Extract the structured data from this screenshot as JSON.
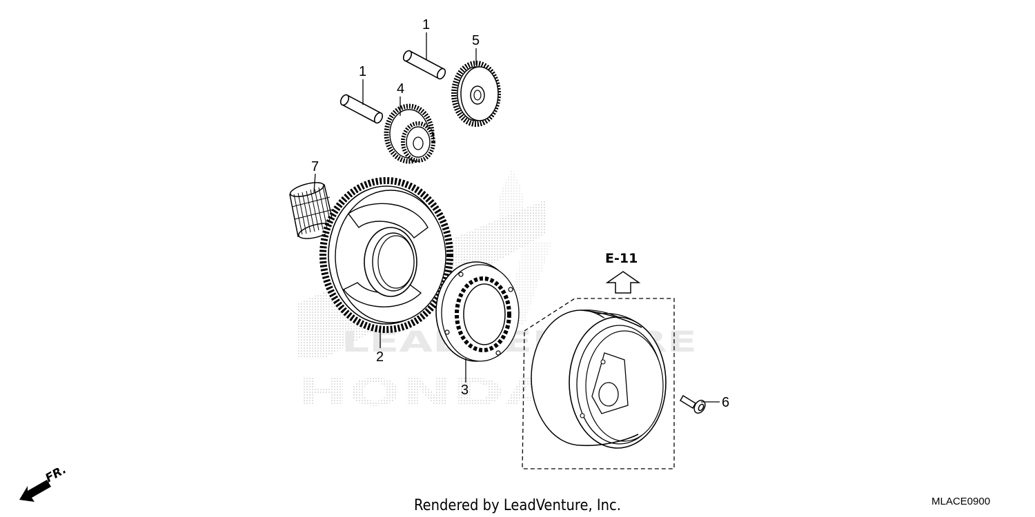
{
  "diagram": {
    "parts": [
      {
        "id": "pin-upper",
        "callout": "1"
      },
      {
        "id": "pin-lower",
        "callout": "1"
      },
      {
        "id": "starter-driven-gear",
        "callout": "2"
      },
      {
        "id": "one-way-clutch",
        "callout": "3"
      },
      {
        "id": "reduction-gear",
        "callout": "4"
      },
      {
        "id": "idle-gear",
        "callout": "5"
      },
      {
        "id": "bolt",
        "callout": "6"
      },
      {
        "id": "needle-bearing",
        "callout": "7"
      }
    ],
    "reference": {
      "label": "E-11"
    },
    "direction": {
      "label": "FR."
    },
    "watermark": {
      "brand": "HONDA",
      "text": "LEADVENTURE"
    },
    "footer": {
      "credit": "Rendered by LeadVenture, Inc.",
      "code": "MLACE0900"
    }
  }
}
